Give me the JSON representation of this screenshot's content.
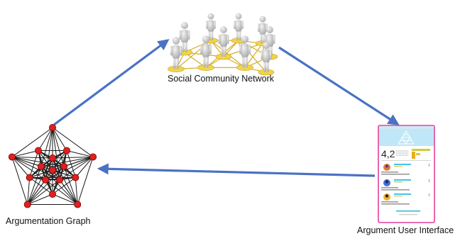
{
  "labels": {
    "social_network": "Social Community Network",
    "argumentation_graph": "Argumentation Graph",
    "argument_ui": "Argument User Interface"
  },
  "phone_rating": "4,2",
  "colors": {
    "arrow": "#4a72c4",
    "graph_node": "#e02020",
    "graph_edge": "#1a1a1a",
    "disc": "#f2d44a",
    "figure": "#d6d6d6",
    "phone_frame": "#e23f9a",
    "phone_header": "#bfe7f7",
    "accent_cyan": "#2bc0e0",
    "accent_yellow": "#c8d232"
  },
  "icons": [
    "people-network-icon",
    "argument-graph-icon",
    "phone-app-icon"
  ]
}
